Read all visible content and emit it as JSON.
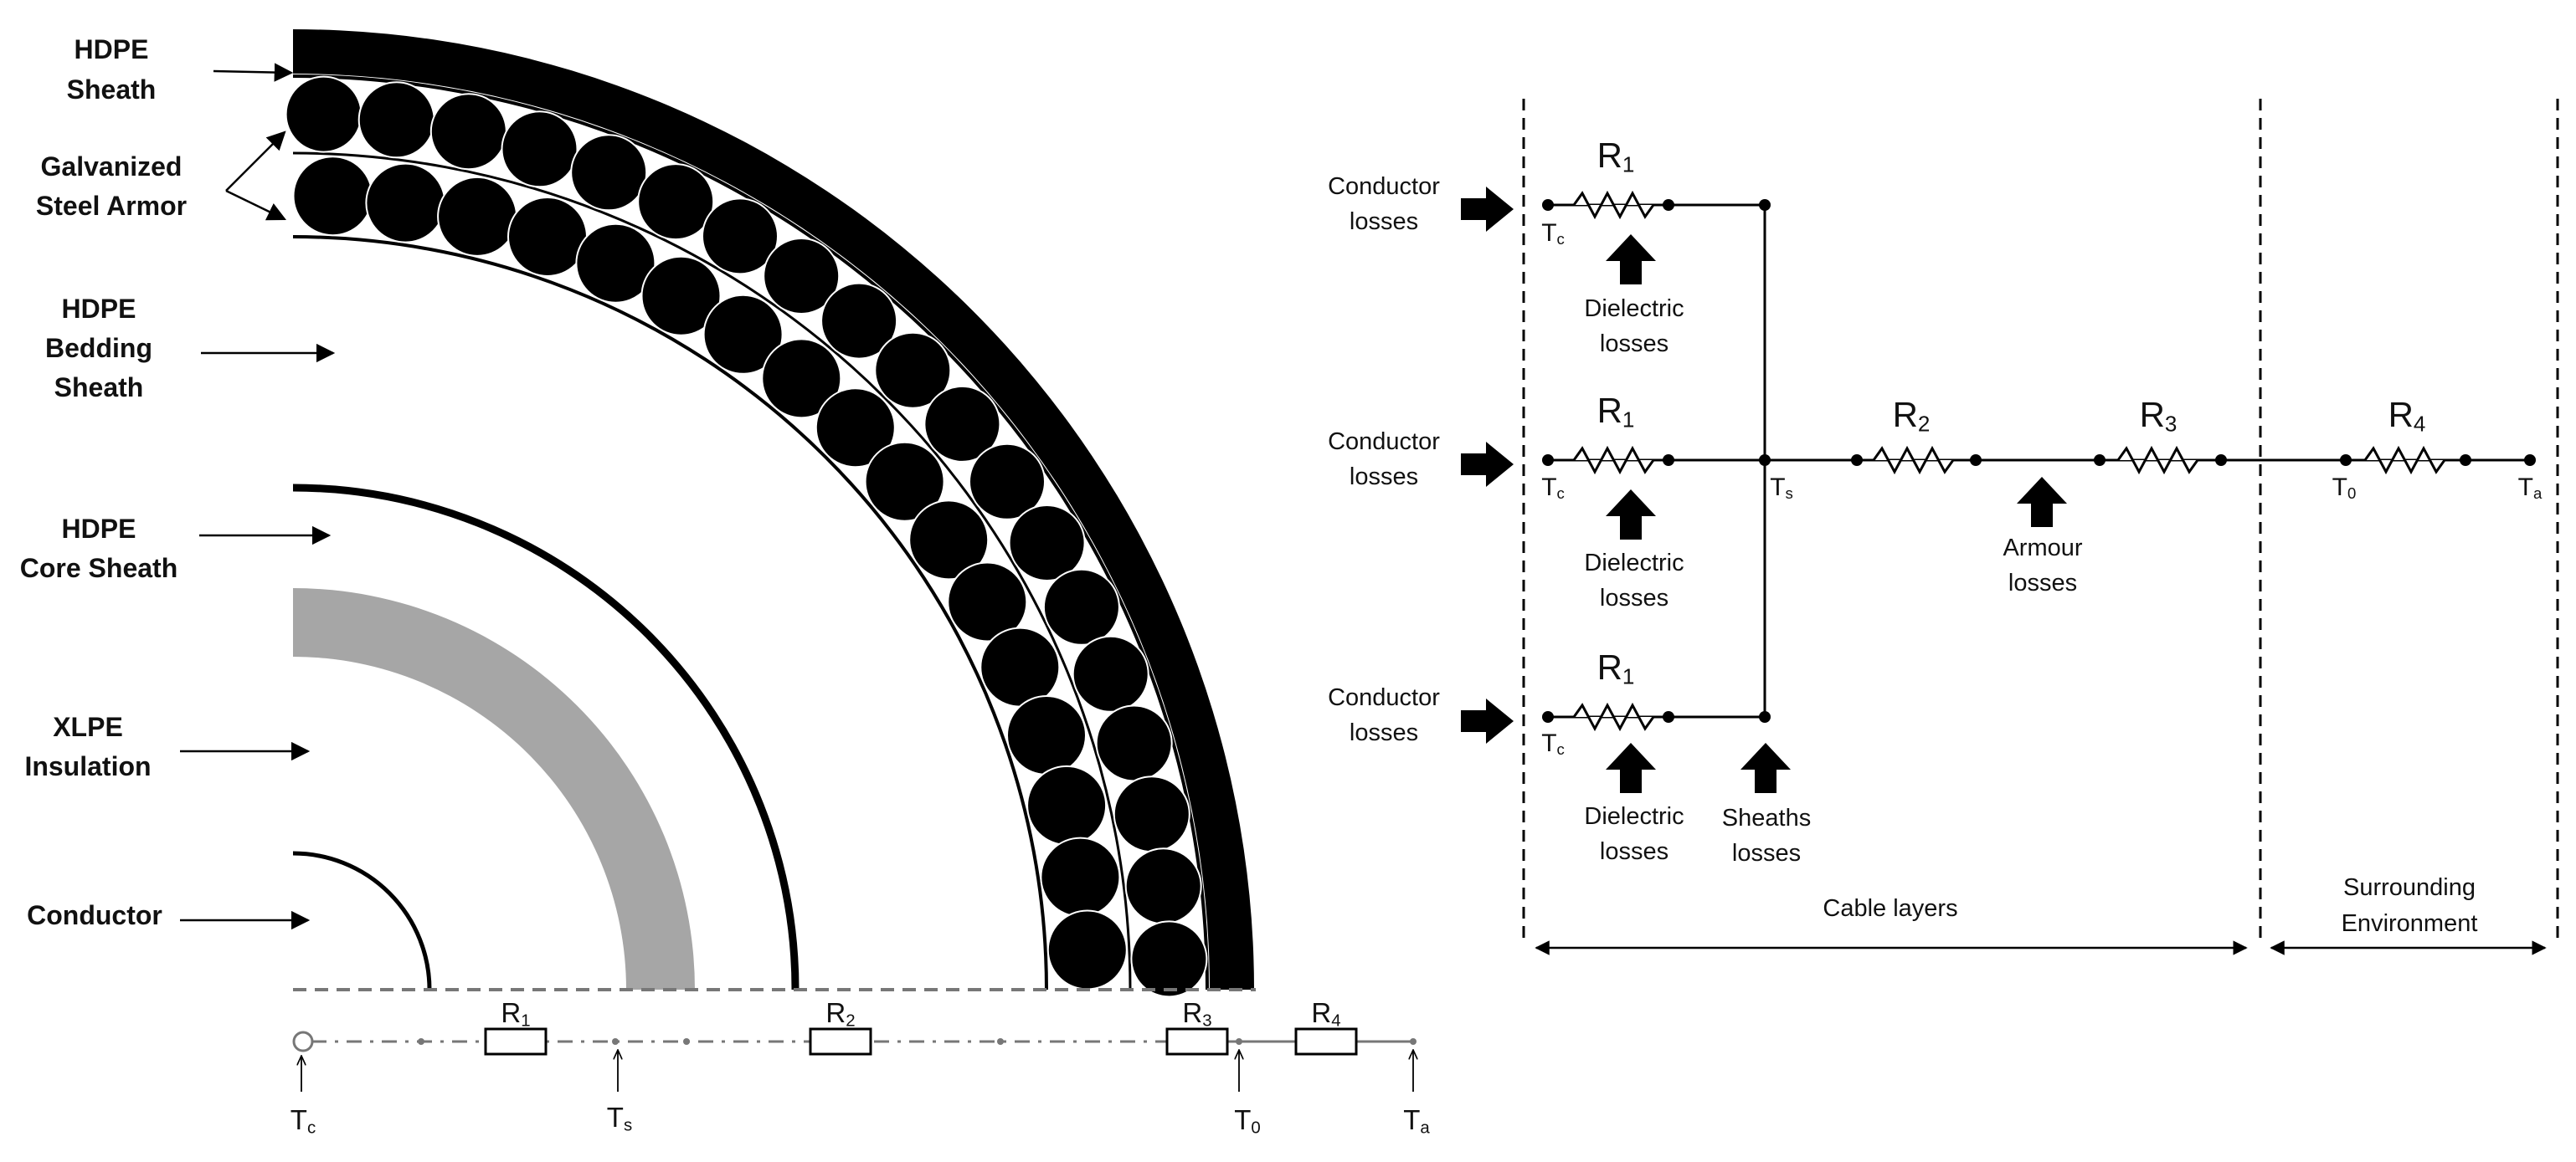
{
  "layer_labels": {
    "hdpe_sheath": [
      "HDPE",
      "Sheath"
    ],
    "armor": [
      "Galvanized",
      "Steel Armor"
    ],
    "bedding": [
      "HDPE",
      "Bedding",
      "Sheath"
    ],
    "core_sheath": [
      "HDPE",
      "Core Sheath"
    ],
    "insulation": [
      "XLPE",
      "Insulation"
    ],
    "conductor": [
      "Conductor"
    ]
  },
  "bottom_resistors": {
    "r1": "R1",
    "r2": "R2",
    "r3": "R3",
    "r4": "R4"
  },
  "bottom_nodes": {
    "tc": "Tc",
    "ts": "Ts",
    "t0": "T0",
    "ta": "Ta"
  },
  "circuit": {
    "conductor_losses": [
      "Conductor",
      "losses"
    ],
    "dielectric_losses": [
      "Dielectric",
      "losses"
    ],
    "armour_losses": [
      "Armour",
      "losses"
    ],
    "sheaths_losses": [
      "Sheaths",
      "losses"
    ],
    "r1": "R1",
    "r2": "R2",
    "r3": "R3",
    "r4": "R4",
    "tc": "Tc",
    "ts": "Ts",
    "t0": "T0",
    "ta": "Ta",
    "cable_layers": "Cable layers",
    "surrounding_env": [
      "Surrounding",
      "Environment"
    ]
  },
  "colors": {
    "ink": "#000000",
    "insulation": "#a6a6a6",
    "dash": "#777777"
  }
}
